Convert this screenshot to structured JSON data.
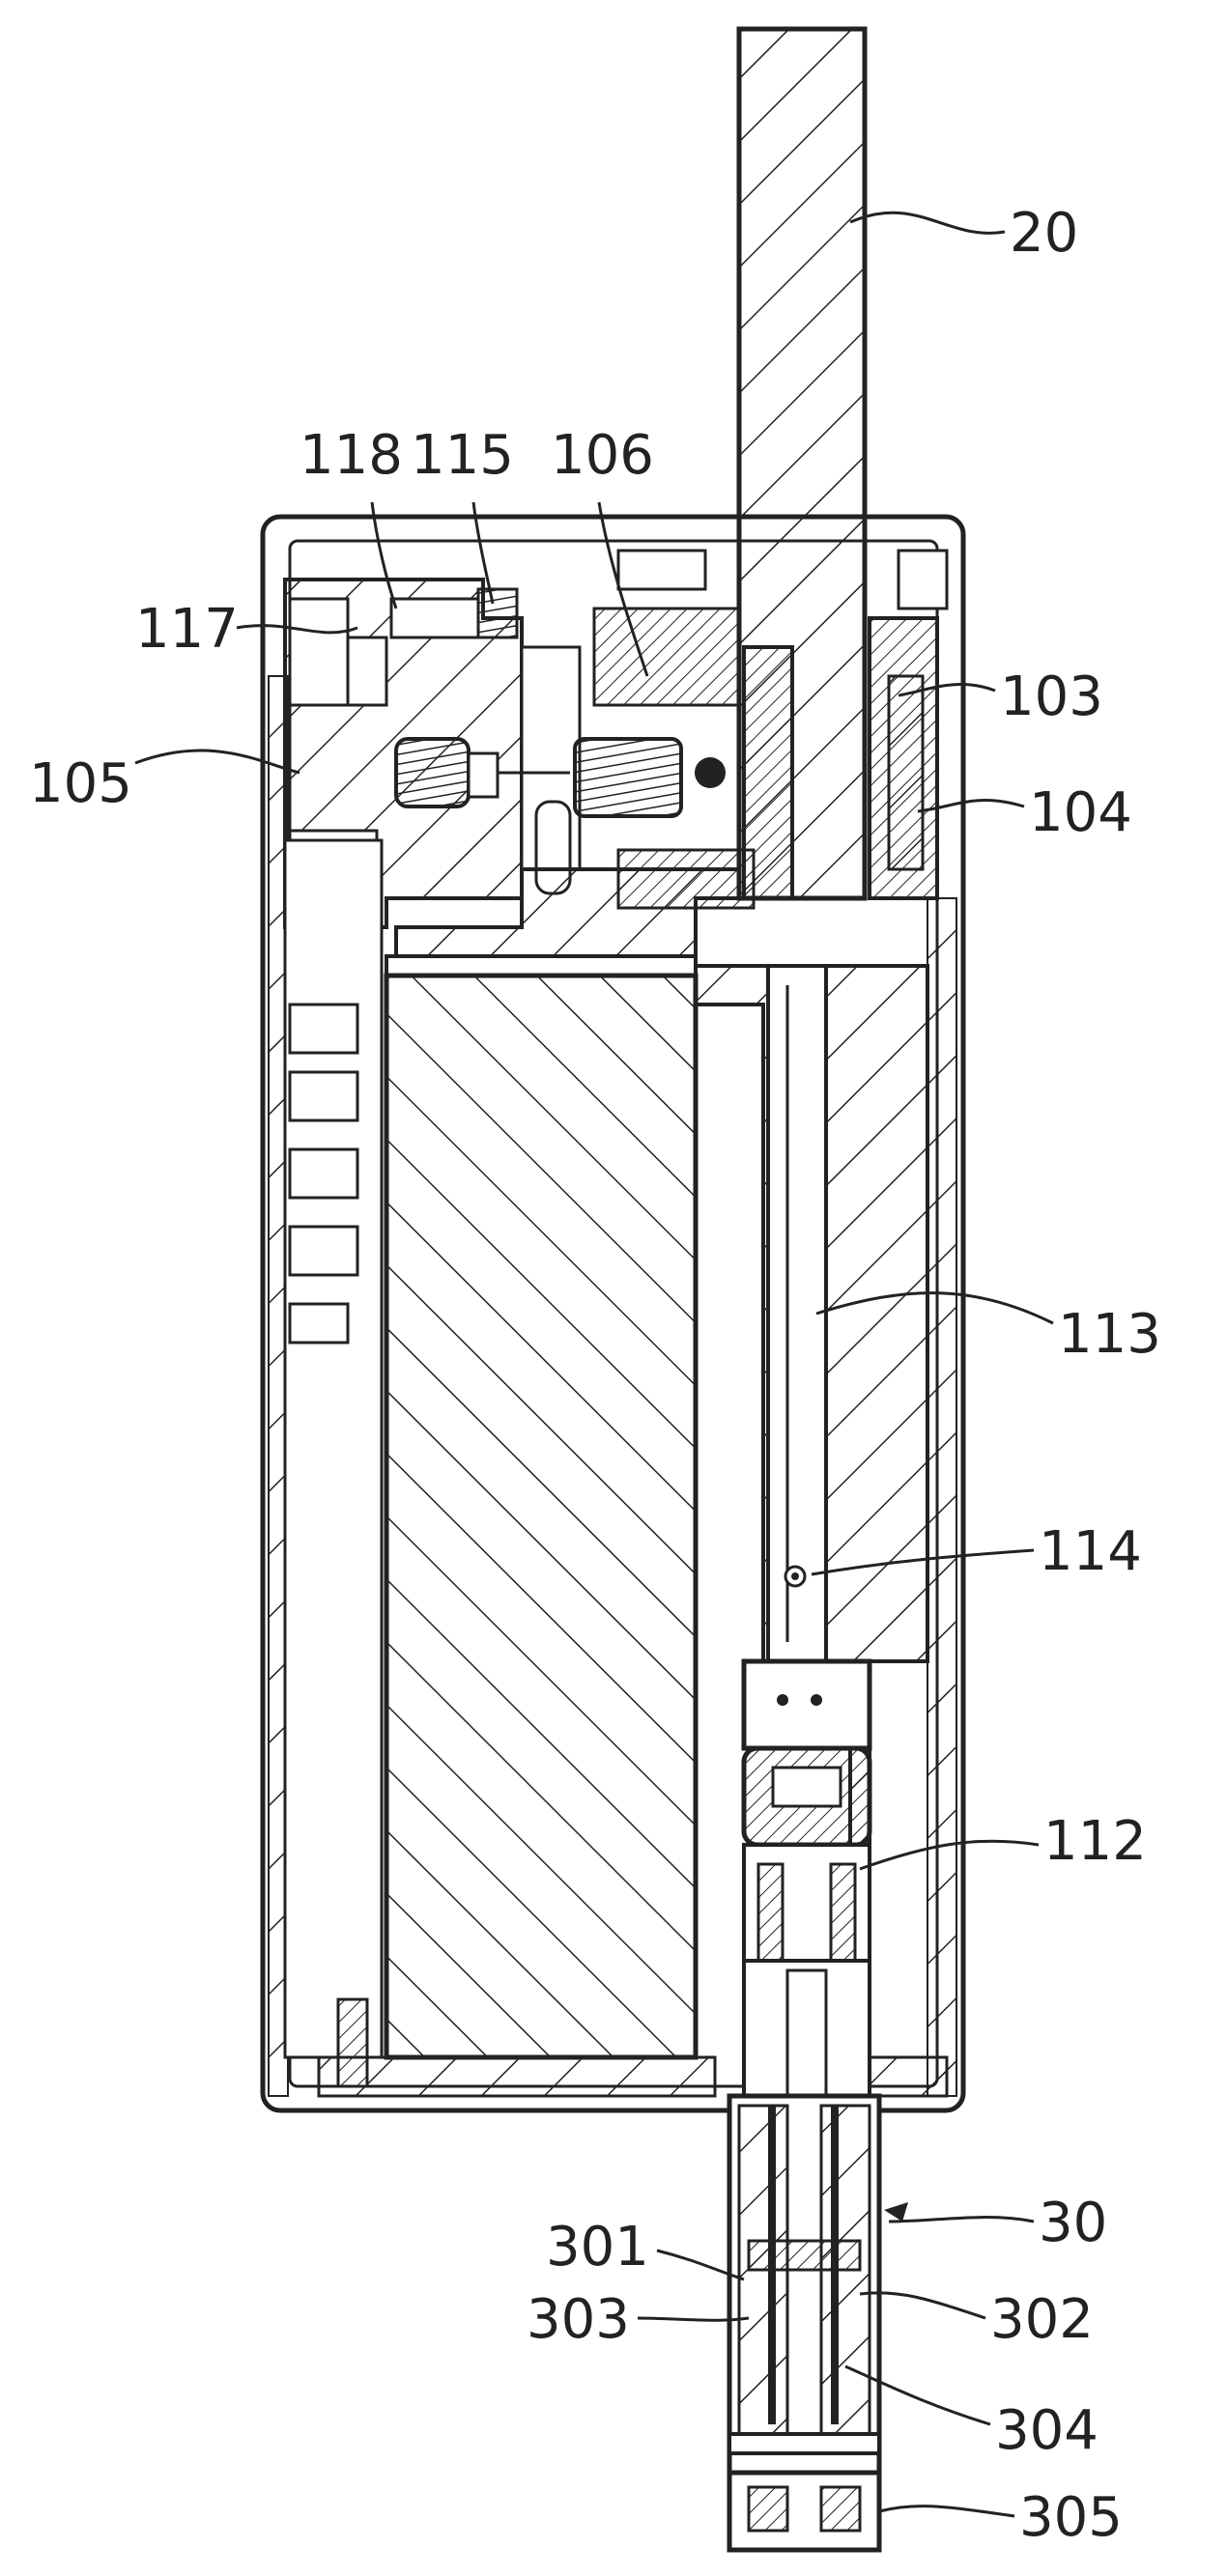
{
  "labels": {
    "l20": "20",
    "l118": "118",
    "l115": "115",
    "l106": "106",
    "l117": "117",
    "l103": "103",
    "l105": "105",
    "l104": "104",
    "l113": "113",
    "l114": "114",
    "l112": "112",
    "l30": "30",
    "l301": "301",
    "l302": "302",
    "l303": "303",
    "l304": "304",
    "l305": "305"
  },
  "colors": {
    "ink": "#222222",
    "background": "#ffffff"
  }
}
